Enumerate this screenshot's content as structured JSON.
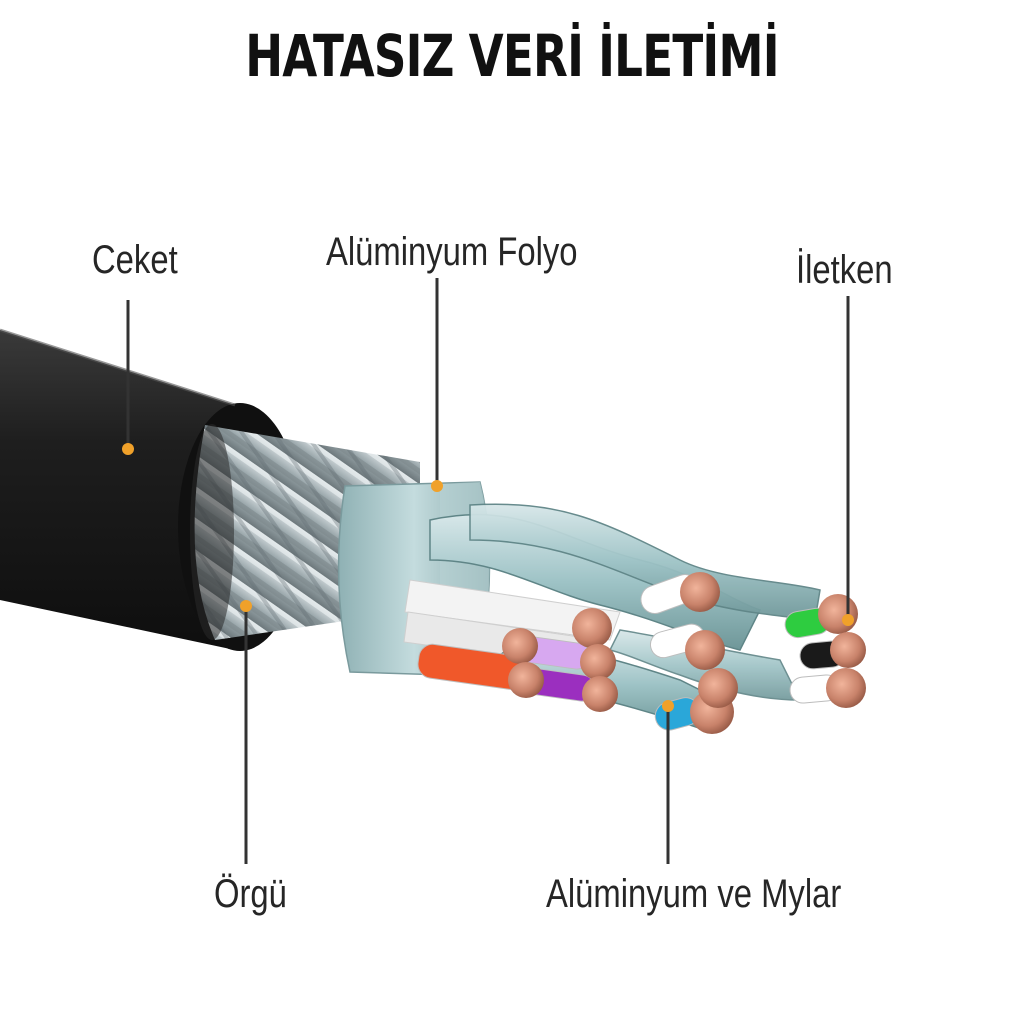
{
  "title": "HATASIZ VERİ İLETİMİ",
  "labels": {
    "ceket": "Ceket",
    "aluminyum_folyo": "Alüminyum Folyo",
    "iletken": "İletken",
    "orgu": "Örgü",
    "aluminyum_mylar": "Alüminyum ve Mylar"
  },
  "colors": {
    "jacket": "#1b1b1b",
    "braid": "#b9c4c8",
    "foil": "#a9c6c8",
    "copper": "#c8826a",
    "leader_line": "#333333",
    "marker_dot": "#f0a12a"
  },
  "wire_colors": [
    "#ffffff",
    "#2ecc40",
    "#1a1a1a",
    "#ffffff",
    "#2aa7d9",
    "#ffffff",
    "#d7a8f0",
    "#9b2fbf",
    "#f0582a"
  ]
}
